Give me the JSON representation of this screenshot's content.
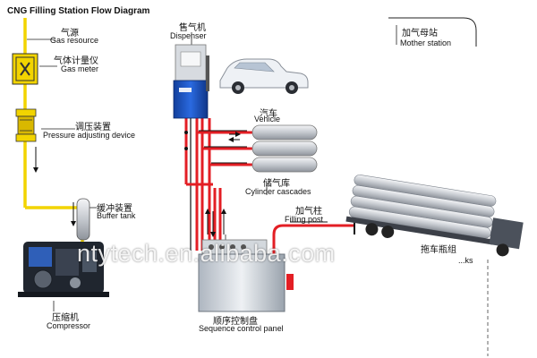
{
  "diagram": {
    "title": "CNG Filling Station Flow Diagram",
    "watermark": "ntytech.en.alibaba.com",
    "colors": {
      "pipe_gas": "#f2d400",
      "pipe_red": "#e31e24",
      "cabinet_blue": "#1c56c9",
      "tank_gray": "#c9ccd2",
      "dashed": "#888888"
    },
    "nodes": {
      "gas_source": {
        "zh": "气源",
        "en": "Gas resource"
      },
      "gas_meter": {
        "zh": "气体计量仪",
        "en": "Gas meter",
        "icon": "meter-icon"
      },
      "pressure_device": {
        "zh": "调压装置",
        "en": "Pressure adjusting device"
      },
      "buffer_tank": {
        "zh": "缓冲装置",
        "en": "Buffer tank"
      },
      "compressor": {
        "zh": "压缩机",
        "en": "Compressor"
      },
      "dispenser": {
        "zh": "售气机",
        "en": "Dispenser"
      },
      "vehicle": {
        "zh": "汽车",
        "en": "Vehicle"
      },
      "cylinder_cascades": {
        "zh": "储气库",
        "en": "Cylinder cascades"
      },
      "filling_post": {
        "zh": "加气柱",
        "en": "Filling post"
      },
      "mother_station": {
        "zh": "加气母站",
        "en": "Mother station"
      },
      "tube_trailer": {
        "zh": "拖车瓶组",
        "en": "...ks"
      },
      "control_panel": {
        "zh": "顺序控制盘",
        "en": "Sequence control panel"
      }
    }
  }
}
